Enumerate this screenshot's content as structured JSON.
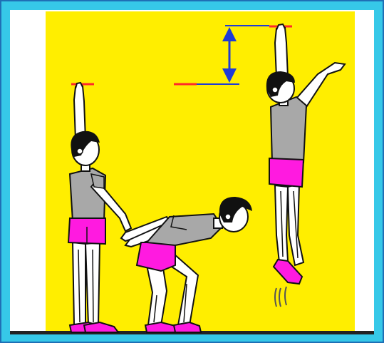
{
  "diagram": {
    "frame": {
      "outer_color": "#36c8e8",
      "border_color": "#1f6fb5"
    },
    "wall": {
      "color": "#ffee00"
    },
    "floor": {
      "color": "#222222"
    },
    "reach_marker": {
      "color": "#ff2a2a"
    },
    "jump_marker": {
      "color": "#ff2a2a"
    },
    "height_arrow": {
      "color": "#1f3bd6"
    },
    "figures": {
      "skin_color": "#ffffff",
      "outline_color": "#111111",
      "hair_color": "#111111",
      "shirt_color": "#a8a8a8",
      "shorts_color": "#ff1ae0",
      "shoes_color": "#ff1ae0",
      "poses": [
        "standing-reach",
        "crouch",
        "jump-reach"
      ]
    },
    "motion_lines": {
      "color": "#555555"
    }
  }
}
